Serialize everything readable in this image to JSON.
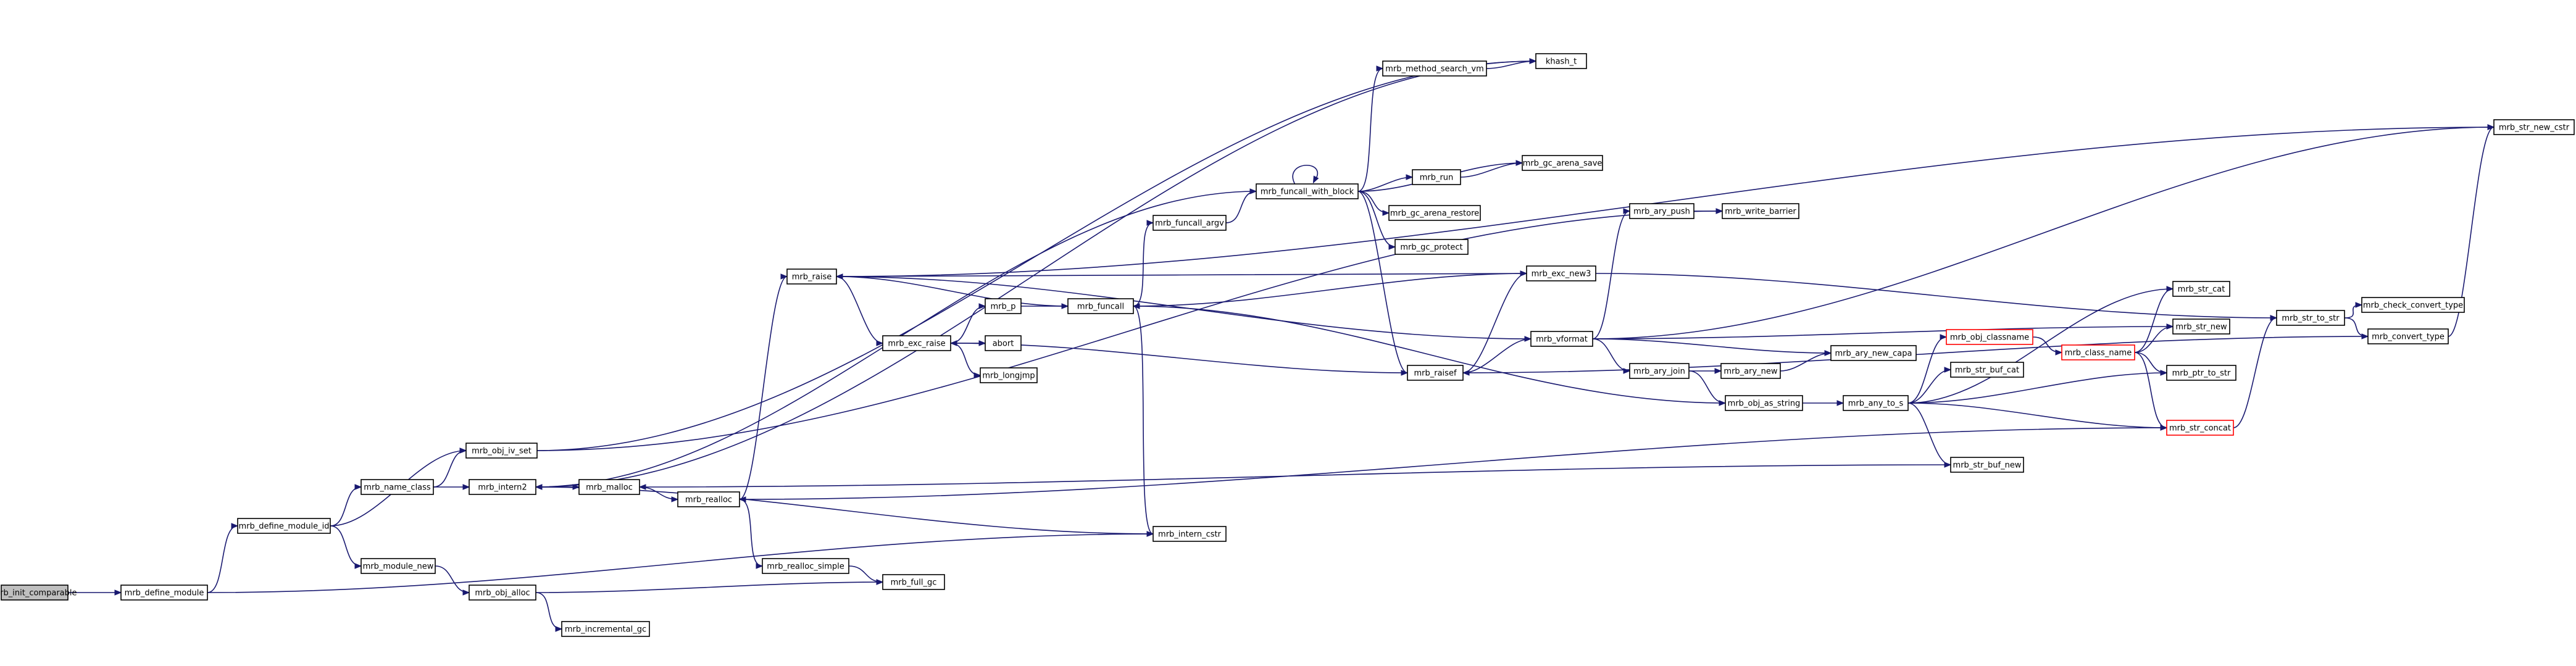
{
  "graph": {
    "colors": {
      "edge": "#191970",
      "node_border": "#000000",
      "root_fill": "#bfbfbf",
      "truncated_border": "#ff0000",
      "background": "#ffffff"
    },
    "nodes": [
      {
        "id": "mrb_init_comparable",
        "label": "mrb_init_comparable",
        "root": true
      },
      {
        "id": "mrb_define_module",
        "label": "mrb_define_module"
      },
      {
        "id": "mrb_define_module_id",
        "label": "mrb_define_module_id"
      },
      {
        "id": "mrb_intern_cstr",
        "label": "mrb_intern_cstr"
      },
      {
        "id": "mrb_obj_iv_set",
        "label": "mrb_obj_iv_set"
      },
      {
        "id": "mrb_name_class",
        "label": "mrb_name_class"
      },
      {
        "id": "mrb_intern2",
        "label": "mrb_intern2"
      },
      {
        "id": "mrb_module_new",
        "label": "mrb_module_new"
      },
      {
        "id": "mrb_obj_alloc",
        "label": "mrb_obj_alloc"
      },
      {
        "id": "mrb_incremental_gc",
        "label": "mrb_incremental_gc"
      },
      {
        "id": "mrb_full_gc",
        "label": "mrb_full_gc"
      },
      {
        "id": "mrb_malloc",
        "label": "mrb_malloc"
      },
      {
        "id": "mrb_realloc",
        "label": "mrb_realloc"
      },
      {
        "id": "mrb_realloc_simple",
        "label": "mrb_realloc_simple"
      },
      {
        "id": "mrb_raise",
        "label": "mrb_raise"
      },
      {
        "id": "mrb_exc_raise",
        "label": "mrb_exc_raise"
      },
      {
        "id": "mrb_p",
        "label": "mrb_p"
      },
      {
        "id": "abort",
        "label": "abort"
      },
      {
        "id": "mrb_longjmp",
        "label": "mrb_longjmp"
      },
      {
        "id": "mrb_funcall",
        "label": "mrb_funcall"
      },
      {
        "id": "mrb_funcall_argv",
        "label": "mrb_funcall_argv"
      },
      {
        "id": "mrb_funcall_with_block",
        "label": "mrb_funcall_with_block"
      },
      {
        "id": "mrb_method_search_vm",
        "label": "mrb_method_search_vm"
      },
      {
        "id": "khash_t",
        "label": "khash_t"
      },
      {
        "id": "mrb_run",
        "label": "mrb_run"
      },
      {
        "id": "mrb_gc_arena_save",
        "label": "mrb_gc_arena_save"
      },
      {
        "id": "mrb_gc_arena_restore",
        "label": "mrb_gc_arena_restore"
      },
      {
        "id": "mrb_gc_protect",
        "label": "mrb_gc_protect"
      },
      {
        "id": "mrb_exc_new3",
        "label": "mrb_exc_new3"
      },
      {
        "id": "mrb_raisef",
        "label": "mrb_raisef"
      },
      {
        "id": "mrb_vformat",
        "label": "mrb_vformat"
      },
      {
        "id": "mrb_ary_push",
        "label": "mrb_ary_push"
      },
      {
        "id": "mrb_write_barrier",
        "label": "mrb_write_barrier"
      },
      {
        "id": "mrb_ary_join",
        "label": "mrb_ary_join"
      },
      {
        "id": "mrb_ary_new",
        "label": "mrb_ary_new"
      },
      {
        "id": "mrb_ary_new_capa",
        "label": "mrb_ary_new_capa"
      },
      {
        "id": "mrb_obj_as_string",
        "label": "mrb_obj_as_string"
      },
      {
        "id": "mrb_any_to_s",
        "label": "mrb_any_to_s"
      },
      {
        "id": "mrb_obj_classname",
        "label": "mrb_obj_classname",
        "truncated": true
      },
      {
        "id": "mrb_class_name",
        "label": "mrb_class_name",
        "truncated": true
      },
      {
        "id": "mrb_str_buf_cat",
        "label": "mrb_str_buf_cat"
      },
      {
        "id": "mrb_str_concat",
        "label": "mrb_str_concat",
        "truncated": true
      },
      {
        "id": "mrb_str_buf_new",
        "label": "mrb_str_buf_new"
      },
      {
        "id": "mrb_str_cat",
        "label": "mrb_str_cat"
      },
      {
        "id": "mrb_str_new",
        "label": "mrb_str_new"
      },
      {
        "id": "mrb_ptr_to_str",
        "label": "mrb_ptr_to_str"
      },
      {
        "id": "mrb_str_to_str",
        "label": "mrb_str_to_str"
      },
      {
        "id": "mrb_check_convert_type",
        "label": "mrb_check_convert_type"
      },
      {
        "id": "mrb_convert_type",
        "label": "mrb_convert_type"
      },
      {
        "id": "mrb_str_new_cstr",
        "label": "mrb_str_new_cstr"
      }
    ],
    "edges": [
      [
        "mrb_init_comparable",
        "mrb_define_module"
      ],
      [
        "mrb_define_module",
        "mrb_define_module_id"
      ],
      [
        "mrb_define_module",
        "mrb_intern_cstr"
      ],
      [
        "mrb_define_module_id",
        "mrb_obj_iv_set"
      ],
      [
        "mrb_define_module_id",
        "mrb_name_class"
      ],
      [
        "mrb_define_module_id",
        "mrb_module_new"
      ],
      [
        "mrb_name_class",
        "mrb_obj_iv_set"
      ],
      [
        "mrb_name_class",
        "mrb_intern2"
      ],
      [
        "mrb_obj_iv_set",
        "khash_t"
      ],
      [
        "mrb_obj_iv_set",
        "mrb_write_barrier"
      ],
      [
        "mrb_intern2",
        "mrb_malloc"
      ],
      [
        "mrb_intern2",
        "khash_t"
      ],
      [
        "mrb_module_new",
        "mrb_obj_alloc"
      ],
      [
        "mrb_obj_alloc",
        "mrb_incremental_gc"
      ],
      [
        "mrb_obj_alloc",
        "mrb_full_gc"
      ],
      [
        "mrb_malloc",
        "mrb_realloc"
      ],
      [
        "mrb_realloc",
        "mrb_realloc_simple"
      ],
      [
        "mrb_realloc",
        "mrb_raise"
      ],
      [
        "mrb_realloc_simple",
        "mrb_full_gc"
      ],
      [
        "mrb_raise",
        "mrb_exc_raise"
      ],
      [
        "mrb_raise",
        "mrb_exc_new3"
      ],
      [
        "mrb_raise",
        "mrb_str_new_cstr"
      ],
      [
        "mrb_exc_raise",
        "mrb_p"
      ],
      [
        "mrb_exc_raise",
        "abort"
      ],
      [
        "mrb_exc_raise",
        "mrb_longjmp"
      ],
      [
        "mrb_p",
        "mrb_funcall"
      ],
      [
        "mrb_funcall",
        "mrb_funcall_argv"
      ],
      [
        "mrb_funcall",
        "mrb_intern_cstr"
      ],
      [
        "mrb_funcall",
        "mrb_raise"
      ],
      [
        "mrb_funcall_argv",
        "mrb_funcall_with_block"
      ],
      [
        "mrb_funcall_with_block",
        "mrb_funcall_with_block"
      ],
      [
        "mrb_funcall_with_block",
        "mrb_method_search_vm"
      ],
      [
        "mrb_funcall_with_block",
        "mrb_intern2"
      ],
      [
        "mrb_funcall_with_block",
        "mrb_run"
      ],
      [
        "mrb_funcall_with_block",
        "mrb_gc_arena_save"
      ],
      [
        "mrb_funcall_with_block",
        "mrb_gc_arena_restore"
      ],
      [
        "mrb_funcall_with_block",
        "mrb_gc_protect"
      ],
      [
        "mrb_funcall_with_block",
        "mrb_raisef"
      ],
      [
        "mrb_method_search_vm",
        "khash_t"
      ],
      [
        "mrb_run",
        "mrb_gc_arena_save"
      ],
      [
        "mrb_exc_new3",
        "mrb_funcall"
      ],
      [
        "mrb_exc_new3",
        "mrb_str_to_str"
      ],
      [
        "mrb_raisef",
        "mrb_vformat"
      ],
      [
        "mrb_raisef",
        "mrb_exc_new3"
      ],
      [
        "mrb_raisef",
        "mrb_exc_raise"
      ],
      [
        "mrb_vformat",
        "mrb_ary_push"
      ],
      [
        "mrb_vformat",
        "mrb_ary_join"
      ],
      [
        "mrb_vformat",
        "mrb_ary_new_capa"
      ],
      [
        "mrb_vformat",
        "mrb_str_new"
      ],
      [
        "mrb_vformat",
        "mrb_str_new_cstr"
      ],
      [
        "mrb_vformat",
        "mrb_raise"
      ],
      [
        "mrb_ary_push",
        "mrb_write_barrier"
      ],
      [
        "mrb_ary_join",
        "mrb_ary_new"
      ],
      [
        "mrb_ary_join",
        "mrb_obj_as_string"
      ],
      [
        "mrb_ary_new",
        "mrb_ary_new_capa"
      ],
      [
        "mrb_obj_as_string",
        "mrb_any_to_s"
      ],
      [
        "mrb_obj_as_string",
        "mrb_funcall"
      ],
      [
        "mrb_any_to_s",
        "mrb_obj_classname"
      ],
      [
        "mrb_any_to_s",
        "mrb_str_buf_cat"
      ],
      [
        "mrb_any_to_s",
        "mrb_str_cat"
      ],
      [
        "mrb_any_to_s",
        "mrb_ptr_to_str"
      ],
      [
        "mrb_any_to_s",
        "mrb_str_concat"
      ],
      [
        "mrb_any_to_s",
        "mrb_str_buf_new"
      ],
      [
        "mrb_obj_classname",
        "mrb_class_name"
      ],
      [
        "mrb_class_name",
        "mrb_str_cat"
      ],
      [
        "mrb_class_name",
        "mrb_str_new"
      ],
      [
        "mrb_class_name",
        "mrb_ptr_to_str"
      ],
      [
        "mrb_class_name",
        "mrb_str_concat"
      ],
      [
        "mrb_str_concat",
        "mrb_str_to_str"
      ],
      [
        "mrb_str_concat",
        "mrb_realloc"
      ],
      [
        "mrb_str_buf_new",
        "mrb_malloc"
      ],
      [
        "mrb_str_to_str",
        "mrb_check_convert_type"
      ],
      [
        "mrb_str_to_str",
        "mrb_convert_type"
      ],
      [
        "mrb_convert_type",
        "mrb_raisef"
      ],
      [
        "mrb_convert_type",
        "mrb_str_new_cstr"
      ],
      [
        "mrb_intern_cstr",
        "mrb_intern2"
      ]
    ]
  }
}
